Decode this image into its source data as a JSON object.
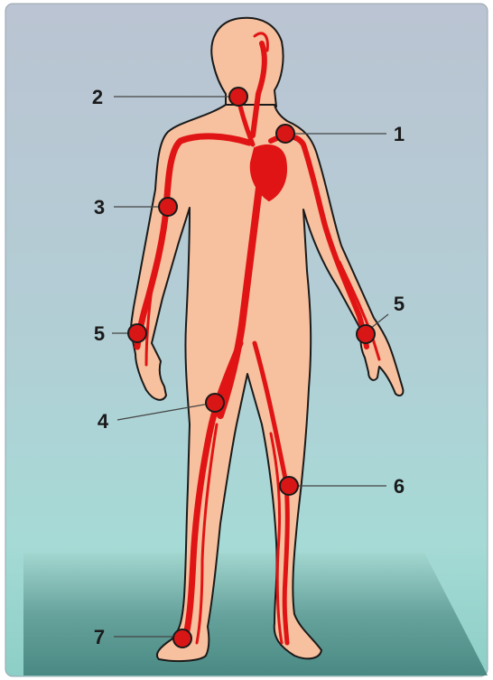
{
  "diagram": {
    "subject": "human-circulatory-pulse-points",
    "colors": {
      "background_top": "#b9c6d2",
      "background_mid": "#a9d2d4",
      "floor": "#4d8a86",
      "skin": "#f7c09e",
      "outline": "#1a1a1a",
      "artery": "#e01414",
      "pulse_point": "#d91616",
      "leader_line": "#444444"
    },
    "callouts": [
      {
        "id": "carotid",
        "number": "2"
      },
      {
        "id": "subclavian",
        "number": "1"
      },
      {
        "id": "brachial",
        "number": "3"
      },
      {
        "id": "radial-right",
        "number": "5"
      },
      {
        "id": "radial-left",
        "number": "5"
      },
      {
        "id": "femoral",
        "number": "4"
      },
      {
        "id": "popliteal",
        "number": "6"
      },
      {
        "id": "dorsalis-pedis",
        "number": "7"
      }
    ]
  }
}
